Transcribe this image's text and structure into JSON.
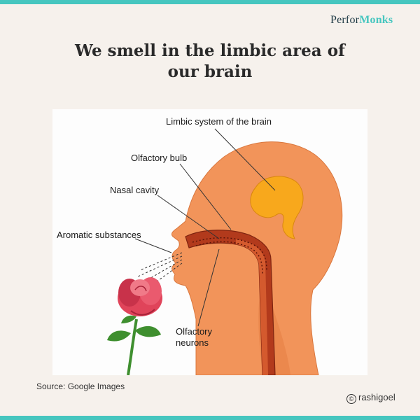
{
  "brand": {
    "part1": "Perfor",
    "part2": "Monks",
    "accent": "#46c6bf"
  },
  "title": "We smell in the limbic area of our brain",
  "diagram": {
    "labels": {
      "limbic": "Limbic system of the brain",
      "olfactory_bulb": "Olfactory bulb",
      "nasal_cavity": "Nasal cavity",
      "aromatic": "Aromatic substances",
      "olfactory_neurons_line1": "Olfactory",
      "olfactory_neurons_line2": "neurons"
    },
    "colors": {
      "head": "#f2945a",
      "limbic": "#f8a81c",
      "cavity": "#b23a1c",
      "rose": "#e0445a",
      "stem": "#3f8f2f"
    }
  },
  "footer": {
    "source": "Source: Google Images",
    "credit": "rashigoel"
  }
}
